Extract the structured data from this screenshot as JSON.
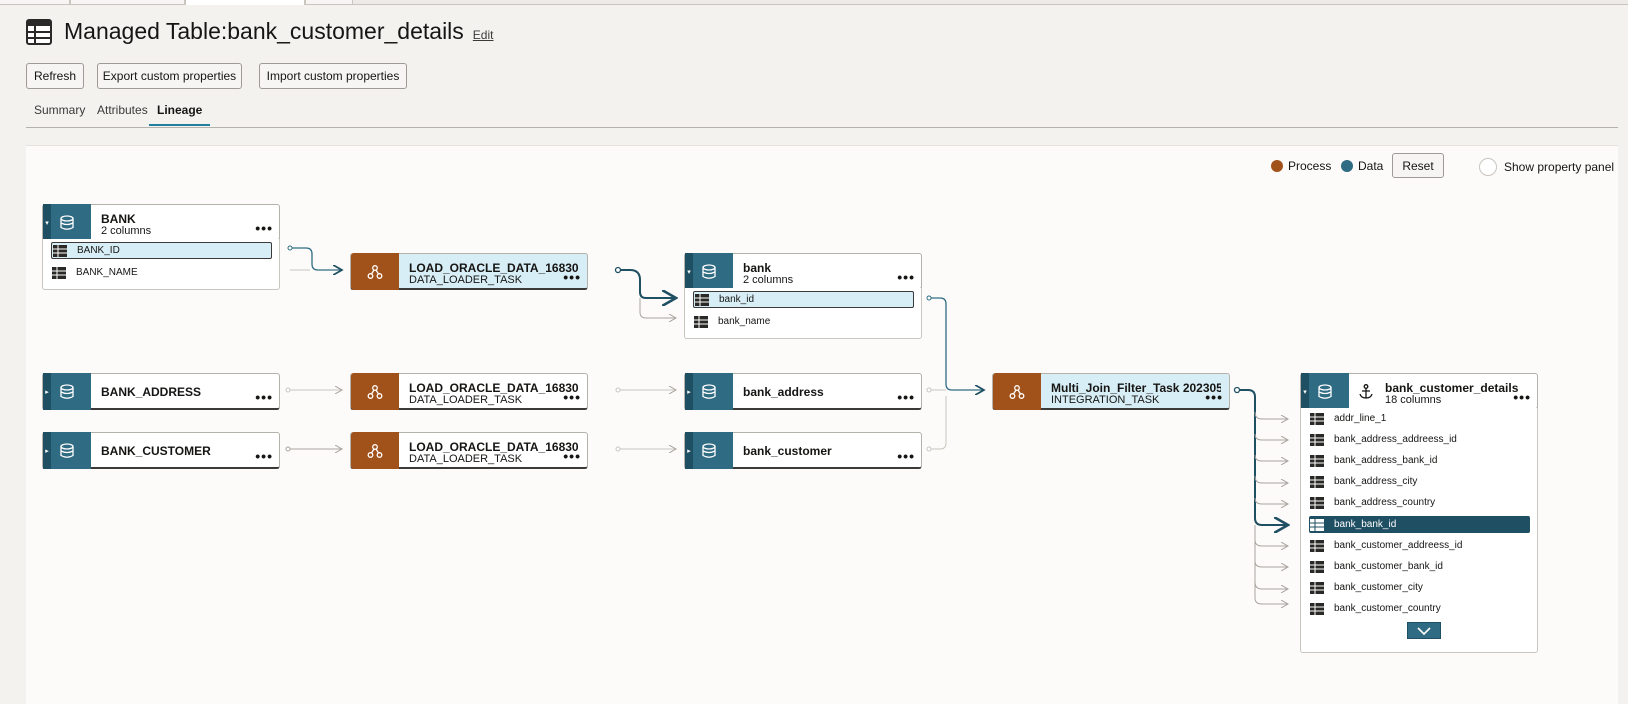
{
  "page": {
    "title": "Managed Table:bank_customer_details",
    "edit_label": "Edit"
  },
  "toolbar": {
    "refresh": "Refresh",
    "export": "Export custom properties",
    "import": "Import custom properties"
  },
  "tabs": [
    {
      "label": "Summary",
      "active": false
    },
    {
      "label": "Attributes",
      "active": false
    },
    {
      "label": "Lineage",
      "active": true
    }
  ],
  "lineage": {
    "legend": {
      "process": "Process",
      "data": "Data",
      "process_color": "#a1521b",
      "data_color": "#2f6b82"
    },
    "reset_label": "Reset",
    "property_panel_label": "Show property panel",
    "nodes": {
      "bank_src": {
        "name": "BANK",
        "sub": "2 columns",
        "columns": [
          "BANK_ID",
          "BANK_NAME"
        ]
      },
      "bank_address_src": {
        "name": "BANK_ADDRESS"
      },
      "bank_customer_src": {
        "name": "BANK_CUSTOMER"
      },
      "load1": {
        "name": "LOAD_ORACLE_DATA_16830...",
        "sub": "DATA_LOADER_TASK"
      },
      "load2": {
        "name": "LOAD_ORACLE_DATA_16830...",
        "sub": "DATA_LOADER_TASK"
      },
      "load3": {
        "name": "LOAD_ORACLE_DATA_16830...",
        "sub": "DATA_LOADER_TASK"
      },
      "bank_tgt": {
        "name": "bank",
        "sub": "2 columns",
        "columns": [
          "bank_id",
          "bank_name"
        ]
      },
      "bank_address_tgt": {
        "name": "bank_address"
      },
      "bank_customer_tgt": {
        "name": "bank_customer"
      },
      "join_task": {
        "name": "Multi_Join_Filter_Task 202305...",
        "sub": "INTEGRATION_TASK"
      },
      "details": {
        "name": "bank_customer_details",
        "sub": "18 columns",
        "columns": [
          "addr_line_1",
          "bank_address_addreess_id",
          "bank_address_bank_id",
          "bank_address_city",
          "bank_address_country",
          "bank_bank_id",
          "bank_customer_addreess_id",
          "bank_customer_bank_id",
          "bank_customer_city",
          "bank_customer_country"
        ]
      }
    }
  }
}
